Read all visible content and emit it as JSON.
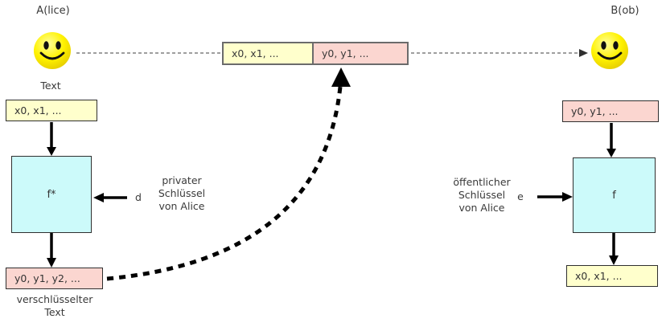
{
  "alice": {
    "title": "A(lice)",
    "smiley_icon": "smiley-face",
    "plaintext_label": "Text",
    "plaintext_box": "x0, x1, ...",
    "function_box": "f*",
    "key_letter": "d",
    "key_label": "privater\nSchlüssel\nvon Alice",
    "ciphertext_box": "y0, y1, y2, ...",
    "ciphertext_label": "verschlüsselter\nText"
  },
  "channel": {
    "plaintext_box": "x0, x1, ...",
    "ciphertext_box": "y0, y1, ..."
  },
  "bob": {
    "title": "B(ob)",
    "smiley_icon": "smiley-face",
    "ciphertext_box": "y0, y1, ...",
    "function_box": "f",
    "key_letter": "e",
    "key_label": "öffentlicher\nSchlüssel\nvon Alice",
    "plaintext_box": "x0, x1, ..."
  },
  "colors": {
    "plaintext_fill": "#FFFFCC",
    "ciphertext_fill": "#FBD6D0",
    "function_fill": "#CCFAFA",
    "smiley_yellow": "#FFEE00",
    "arrow_black": "#000000",
    "channel_line_gray": "#7f7f7f"
  }
}
